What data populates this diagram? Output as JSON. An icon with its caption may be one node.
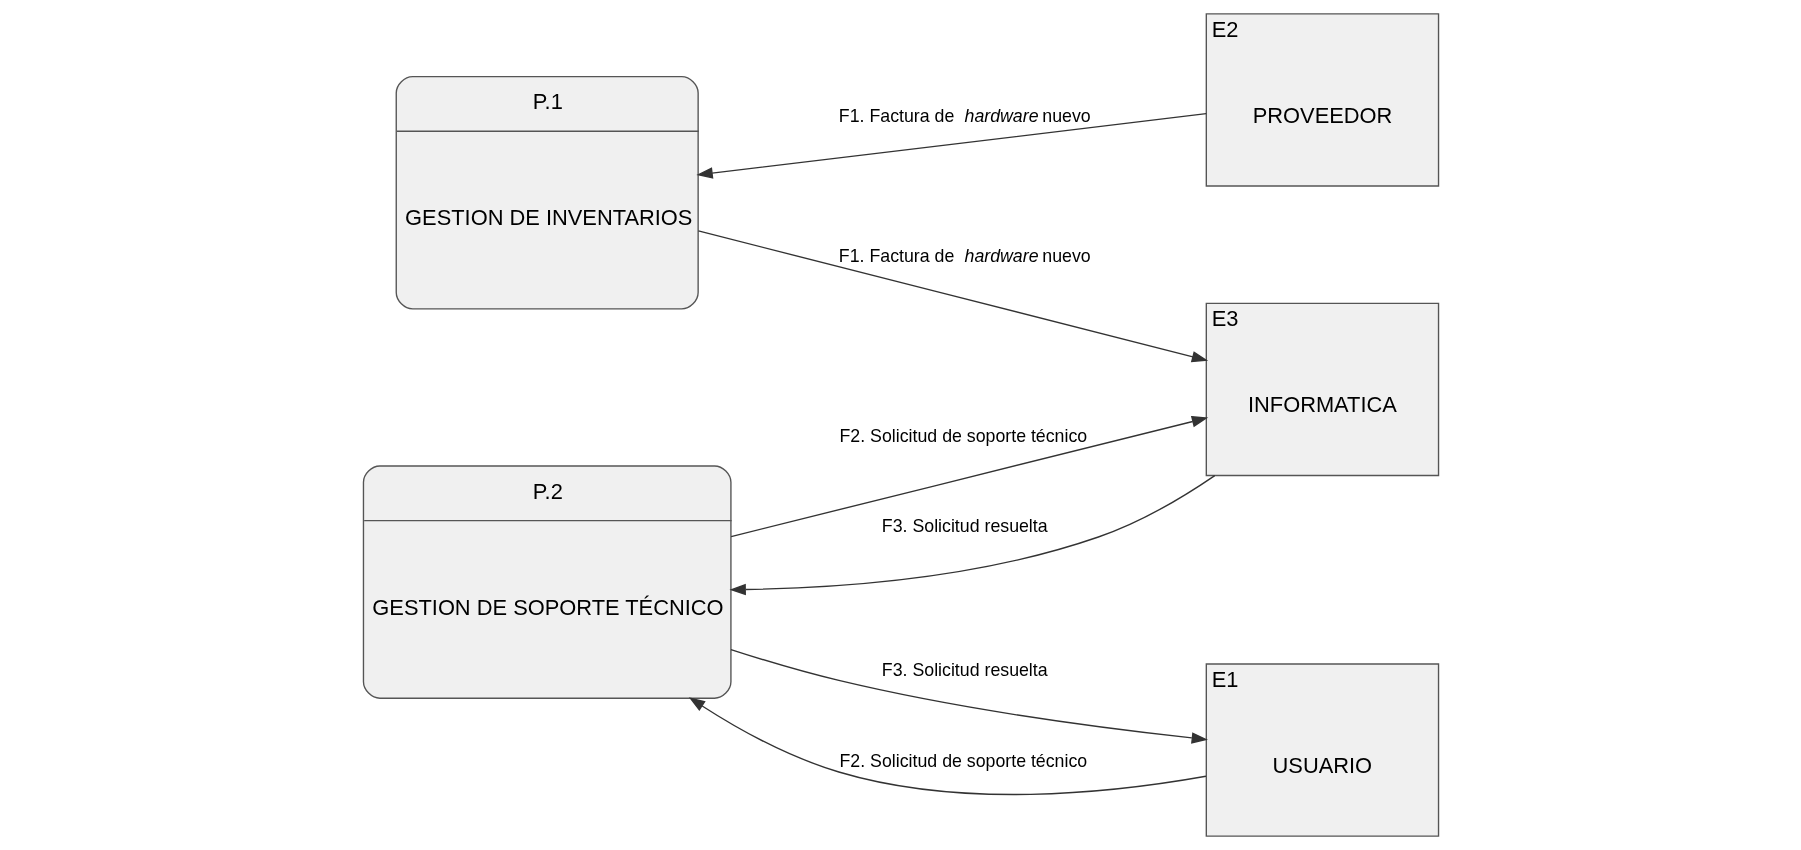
{
  "diagram": {
    "nodes": [
      {
        "text": [
          "P.1",
          "GESTION DE INVENTARIOS"
        ]
      },
      {
        "text": [
          "E2",
          "PROVEEDOR"
        ]
      },
      {
        "text": [
          "E3",
          "INFORMATICA"
        ]
      },
      {
        "text": [
          "P.2",
          "GESTION DE SOPORTE TÉCNICO"
        ]
      },
      {
        "text": [
          "E1",
          "USUARIO"
        ]
      }
    ],
    "edges": [
      {
        "from": 1,
        "to": 0,
        "arrow": "to",
        "label": "F1. Factura de *hardware* nuevo"
      },
      {
        "from": 0,
        "to": 2,
        "arrow": "to",
        "label": "F1. Factura de *hardware* nuevo"
      },
      {
        "from": 2,
        "to": 3,
        "arrow": "to",
        "label": "F3. Solicitud resuelta"
      },
      {
        "from": 3,
        "to": 2,
        "arrow": "to",
        "label": "F2. Solicitud de soporte técnico"
      },
      {
        "from": 3,
        "to": 4,
        "arrow": "to",
        "label": "F3. Solicitud resuelta"
      },
      {
        "from": 4,
        "to": 3,
        "arrow": "to",
        "label": "F2. Solicitud de soporte técnico"
      }
    ]
  }
}
